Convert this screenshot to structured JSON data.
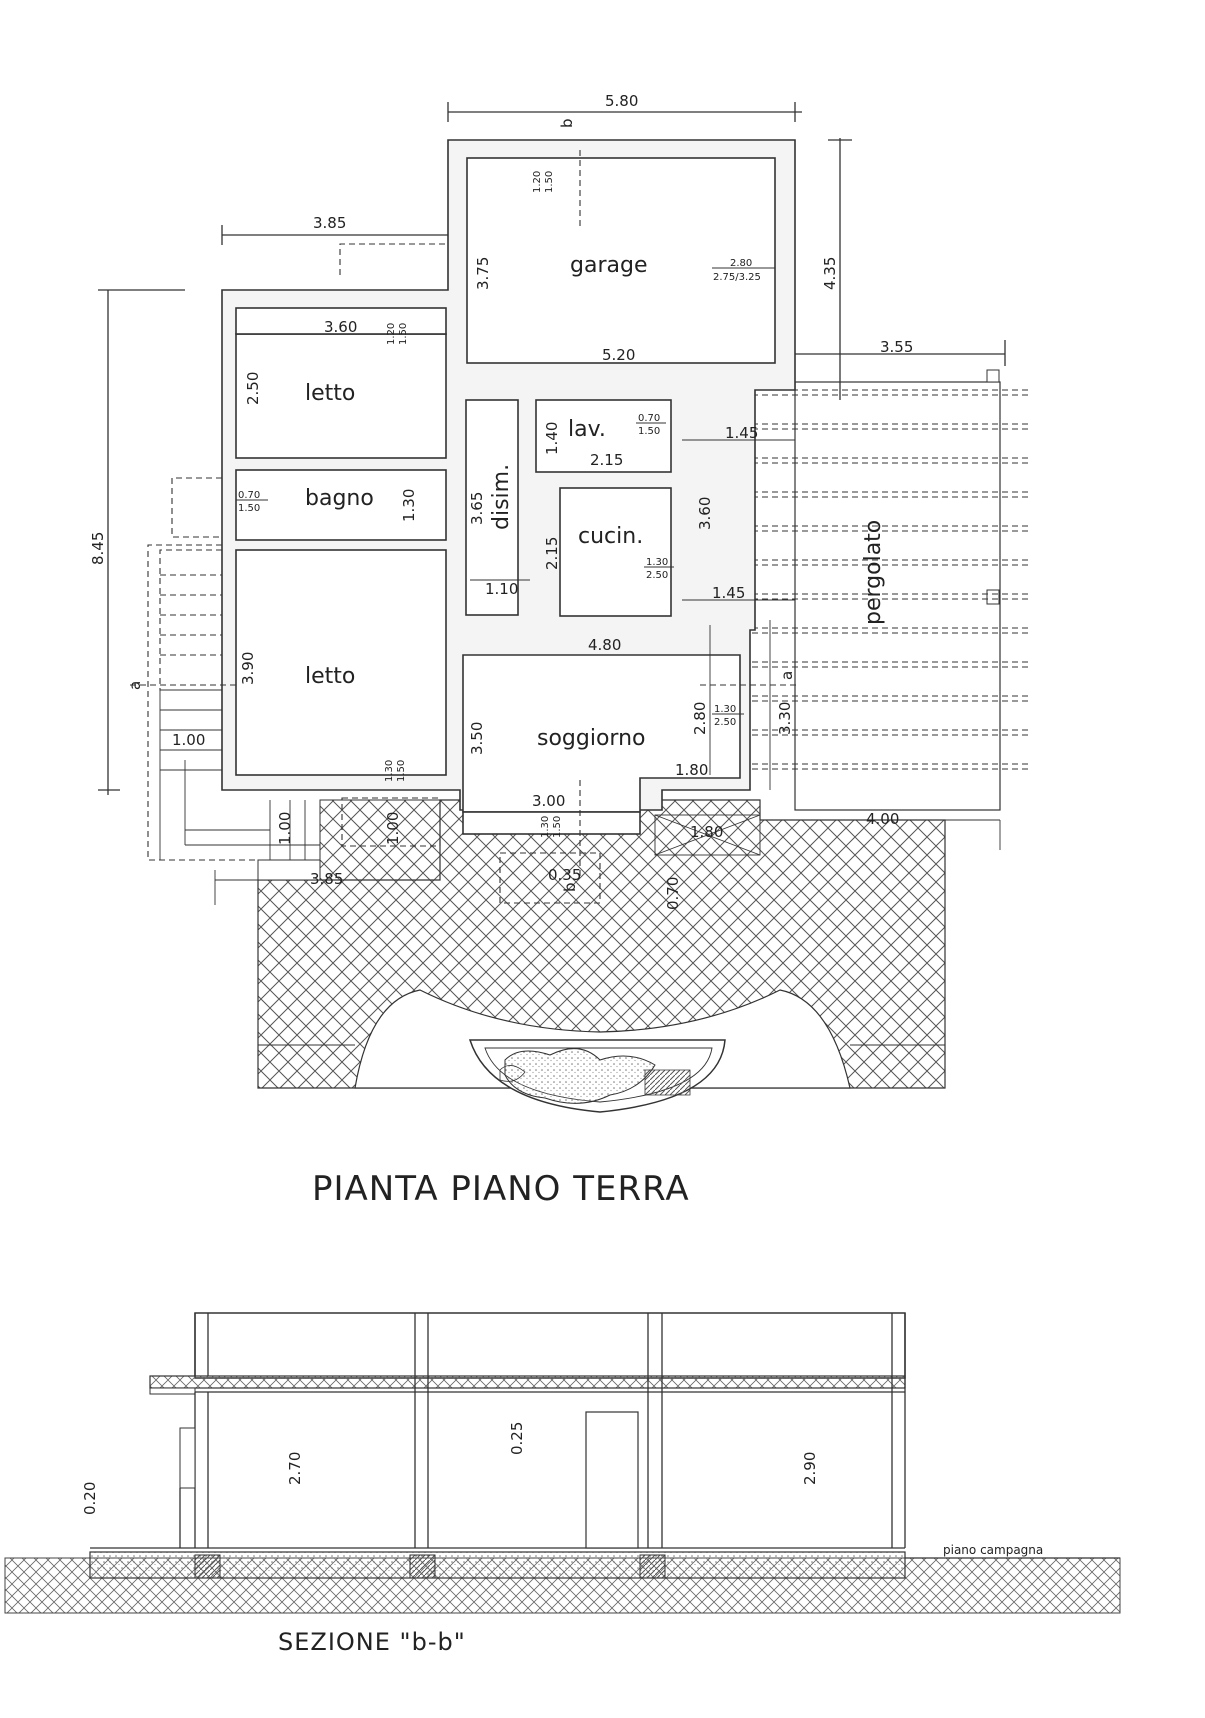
{
  "plan": {
    "title": "PIANTA PIANO TERRA",
    "rooms": {
      "garage": "garage",
      "letto_top": "letto",
      "bagno": "bagno",
      "letto_bottom": "letto",
      "disim": "disim.",
      "lav": "lav.",
      "cucin": "cucin.",
      "soggiorno": "soggiorno",
      "pergolato": "pergolato"
    },
    "dims": {
      "d580": "5.80",
      "d385_top": "3.85",
      "d360": "3.60",
      "d520": "5.20",
      "d355": "3.55",
      "d435": "4.35",
      "d375": "3.75",
      "d845": "8.45",
      "d250": "2.50",
      "d130_bagno": "1.30",
      "d365": "3.65",
      "d140": "1.40",
      "d215_lav": "2.15",
      "d215_cucin": "2.15",
      "d110": "1.10",
      "d360_cucin": "3.60",
      "d145_a": "1.45",
      "d145_b": "1.45",
      "d480": "4.80",
      "d390": "3.90",
      "d350": "3.50",
      "d280": "2.80",
      "d330": "3.30",
      "d180_a": "1.80",
      "d180_b": "1.80",
      "d300": "3.00",
      "d100_stairs": "1.00",
      "d100_a": "1.00",
      "d100_b": "1.00",
      "d400": "4.00",
      "d385_bottom": "3.85",
      "d070": "0.70",
      "d035": "0.35"
    },
    "windows": {
      "w_garage_top": "1.20",
      "w_garage_bot": "1.50",
      "w_garage2_top": "2.80",
      "w_garage2_bot": "2.75/3.25",
      "w_letto_top": "1.20",
      "w_letto_bot": "1.50",
      "w_lav_top": "0.70",
      "w_lav_bot": "1.50",
      "w_bagno_top": "0.70",
      "w_bagno_bot": "1.50",
      "w_cucin_top": "1.30",
      "w_cucin_bot": "2.50",
      "w_sogg_top": "1.30",
      "w_sogg_bot": "2.50",
      "w_letto2_top": "1.30",
      "w_letto2_bot": "1.50",
      "w_sogg2_top": "1.30",
      "w_sogg2_bot": "1.50"
    },
    "section_markers": {
      "b_top": "b",
      "b_bottom": "b",
      "a_left": "a",
      "a_right": "a"
    }
  },
  "section": {
    "title": "SEZIONE \"b-b\"",
    "dims": {
      "d020": "0.20",
      "d270": "2.70",
      "d025": "0.25",
      "d290": "2.90"
    },
    "ground_label": "piano campagna"
  }
}
